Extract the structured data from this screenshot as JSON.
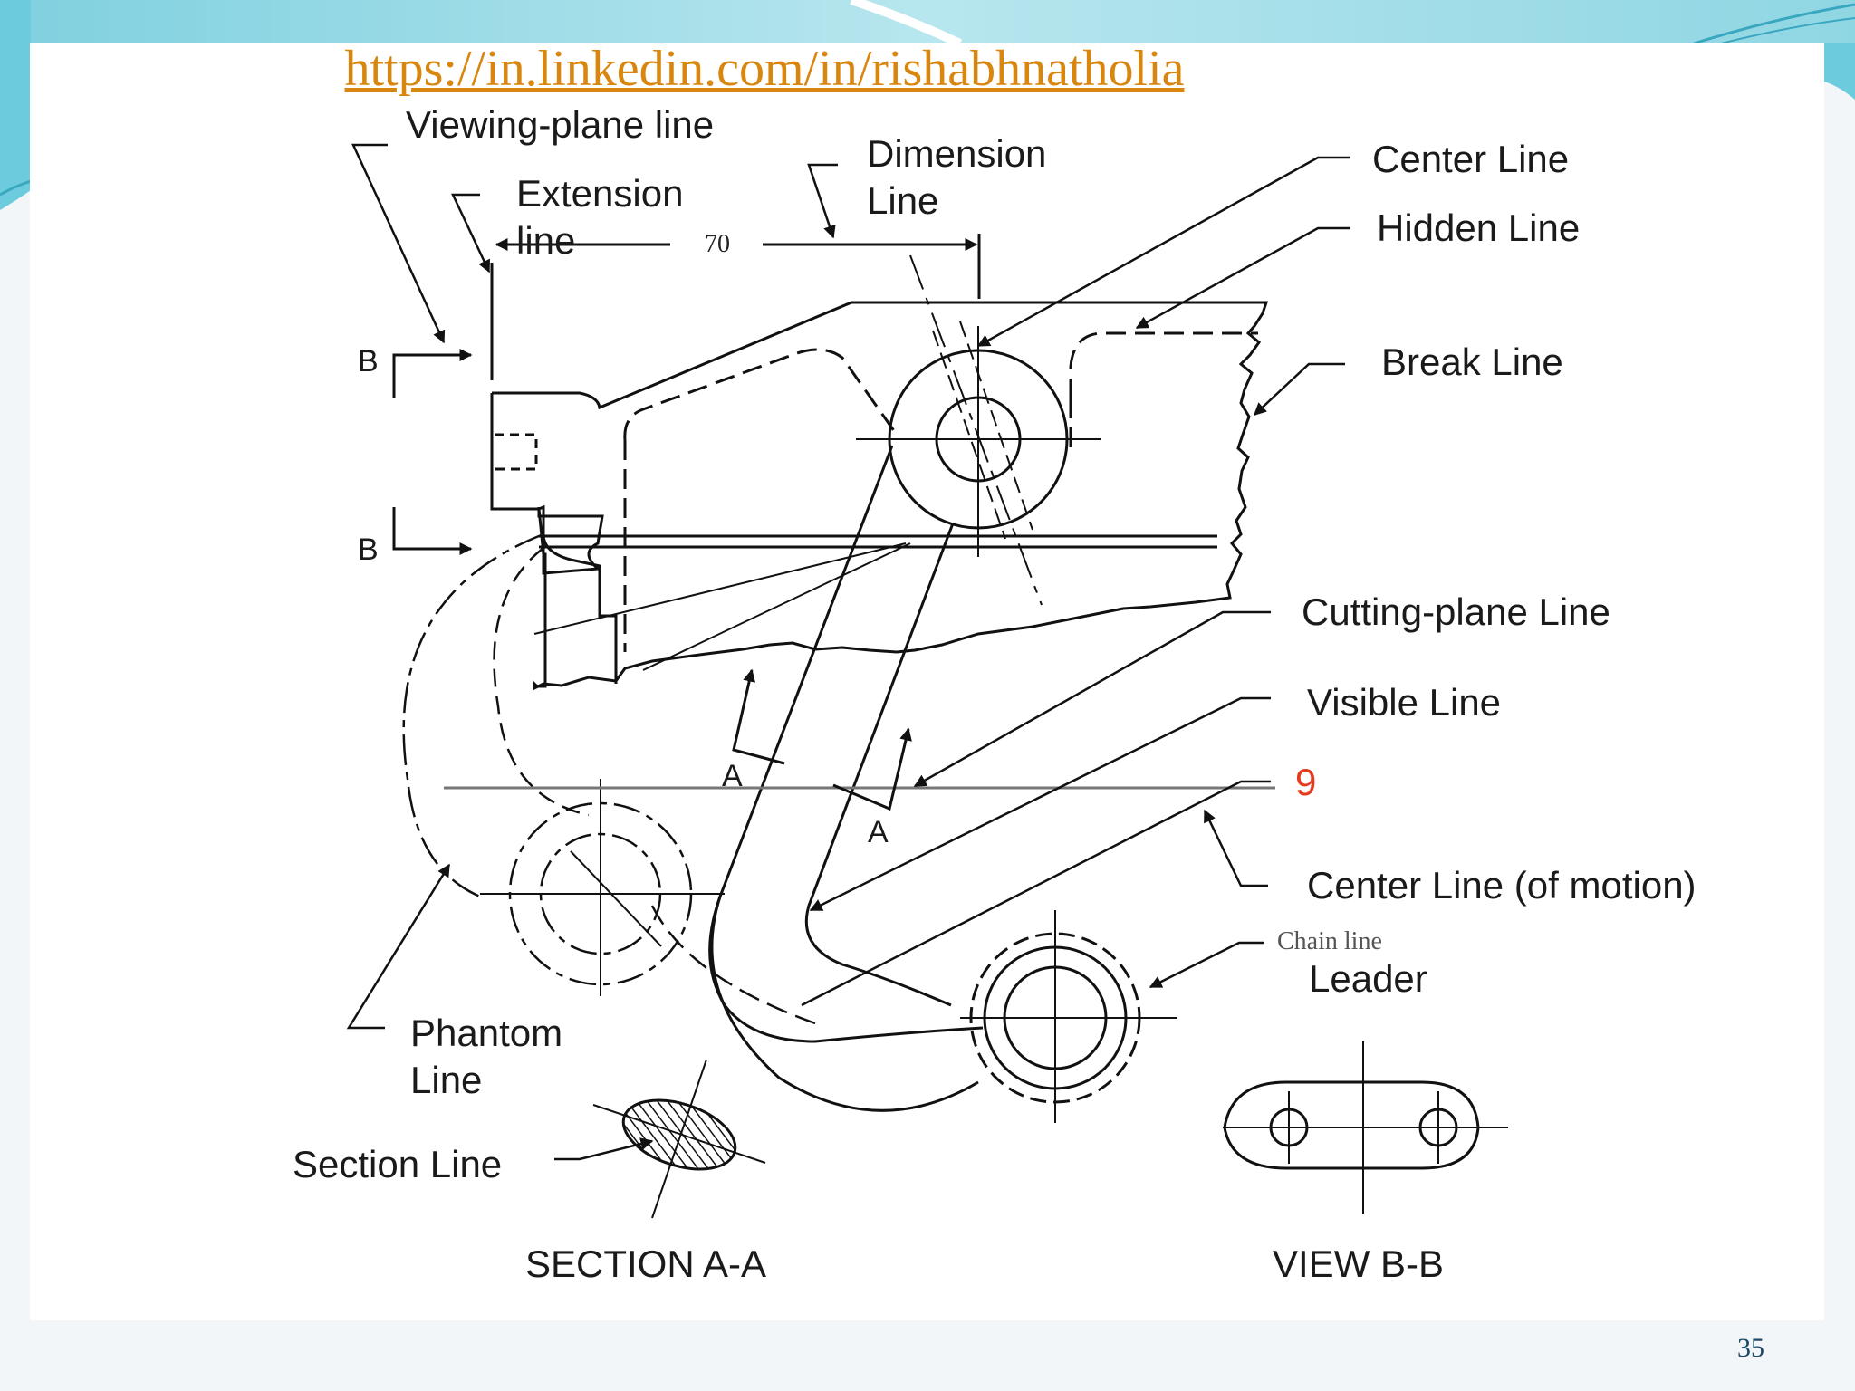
{
  "slide": {
    "link": "https://in.linkedin.com/in/rishabhnatholia",
    "page_number": "35",
    "accent_color": "#5fc5d8"
  },
  "labels": {
    "viewing_plane": "Viewing-plane  line",
    "extension_1": "Extension",
    "extension_2": "line",
    "dimension_1": "Dimension",
    "dimension_2": "Line",
    "dimension_value": "70",
    "center_line": "Center Line",
    "hidden_line": "Hidden Line",
    "break_line": "Break Line",
    "cutting_plane": "Cutting-plane  Line",
    "visible_line": "Visible Line",
    "nine": "9",
    "center_motion": "Center Line (of motion)",
    "chain_line": "Chain line",
    "leader": "Leader",
    "phantom_1": "Phantom",
    "phantom_2": "Line",
    "section_line": "Section Line",
    "section_aa": "SECTION A-A",
    "view_bb": "VIEW B-B",
    "b_top": "B",
    "b_bottom": "B",
    "a_left": "A",
    "a_right": "A"
  }
}
